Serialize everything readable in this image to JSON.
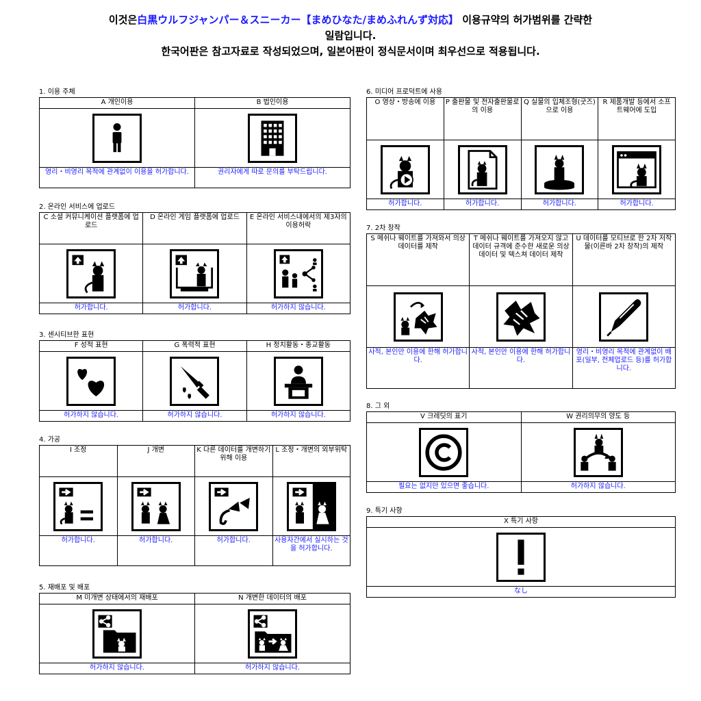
{
  "header": {
    "line1_prefix": "이것은",
    "line1_highlight": "白黒ウルフジャンパー＆スニーカー【まめひなた/まめふれんず対応】",
    "line1_suffix": "이용규약의 허가범위를 간략한",
    "line2": "일람입니다.",
    "line3": "한국어판은 참고자료로 작성되었으며, 일본어판이 정식문서이며 최우선으로 적용됩니다."
  },
  "colors": {
    "permission_text": "#1a1aff",
    "border": "#000000"
  },
  "sections": [
    {
      "title": "1. 이용 주체",
      "items": [
        {
          "label": "A 개인이용",
          "icon": "person-icon",
          "perm": "영리・비영리 목적에 관계없이 이용을 허가합니다."
        },
        {
          "label": "B 법인이용",
          "icon": "building-icon",
          "perm": "권리자에게 따로 문의를 부탁드립니다."
        }
      ]
    },
    {
      "title": "2. 온라인 서비스에 업로드",
      "items": [
        {
          "label": "C 소셜 커뮤니케이션 플랫폼에 업로드",
          "icon": "upload-avatar-icon",
          "perm": "허가합니다."
        },
        {
          "label": "D 온라인 게임 플랫폼에 업로드",
          "icon": "upload-game-icon",
          "perm": "허가합니다."
        },
        {
          "label": "E 온라인 서비스내에서의 제3자의 이용허락",
          "icon": "share-third-party-icon",
          "perm": "허가하지 않습니다."
        }
      ]
    },
    {
      "title": "3. 센시티브한 표현",
      "items": [
        {
          "label": "F 성적 표현",
          "icon": "hearts-icon",
          "perm": "허가하지 않습니다."
        },
        {
          "label": "G 폭력적 표현",
          "icon": "knife-icon",
          "perm": "허가하지 않습니다."
        },
        {
          "label": "H 정치활동・종교활동",
          "icon": "podium-icon",
          "perm": "허가하지 않습니다."
        }
      ]
    },
    {
      "title": "4. 가공",
      "items": [
        {
          "label": "I 조정",
          "icon": "adjust-icon",
          "perm": "허가합니다."
        },
        {
          "label": "J 개변",
          "icon": "modify-icon",
          "perm": "허가합니다."
        },
        {
          "label": "K 다른 데이터를 개변하기 위해 이용",
          "icon": "use-for-other-icon",
          "perm": "허가합니다."
        },
        {
          "label": "L 조정・개변의 외부위탁",
          "icon": "outsource-icon",
          "perm": "사용자간에서 실시하는 것을 허가합니다."
        }
      ]
    },
    {
      "title": "5. 재배포 및 배포",
      "items": [
        {
          "label": "M 미개변 상태에서의 재배포",
          "icon": "redistribute-icon",
          "perm": "허가하지 않습니다."
        },
        {
          "label": "N 개변한 데이터의 배포",
          "icon": "distribute-modified-icon",
          "perm": "허가하지 않습니다."
        }
      ]
    },
    {
      "title": "6. 미디어 프로덕트에 사용",
      "items": [
        {
          "label": "O 영상・방송에 이용",
          "icon": "video-icon",
          "perm": "허가합니다."
        },
        {
          "label": "P 출판물 및 전자출판물로의 이용",
          "icon": "publication-icon",
          "perm": "허가합니다."
        },
        {
          "label": "Q 실물의 입체조형(굿즈)으로 이용",
          "icon": "figure-icon",
          "perm": "허가합니다."
        },
        {
          "label": "R 제품개발 등에서 소프트웨어에 도입",
          "icon": "software-icon",
          "perm": "허가합니다."
        }
      ]
    },
    {
      "title": "7. 2차 창작",
      "items": [
        {
          "label": "S 메쉬나 웨이트를 가져와서 의상 데이터를 제작",
          "icon": "mesh-to-costume-icon",
          "perm": "사적, 본인만 이용에 한해 허가합니다."
        },
        {
          "label": "T 메쉬나 웨이트를 가져오지 않고 데이터 규격에 준수한 새로운 의상 데이터 및 텍스쳐 데이터 제작",
          "icon": "new-costume-icon",
          "perm": "사적, 본인만 이용에 한해 허가합니다."
        },
        {
          "label": "U 데이터를 모티브로 한 2차 저작물(이른바 2차 창작)의 제작",
          "icon": "pen-icon",
          "perm": "영리・비영리 목적에 관계없이 배포(일부, 전체업로드 등)를 허가합니다."
        }
      ]
    },
    {
      "title": "8. 그 외",
      "items": [
        {
          "label": "V 크레딧의 표기",
          "icon": "copyright-icon",
          "perm": "필요는 없지만 있으면 좋습니다."
        },
        {
          "label": "W 권리의무의 양도 등",
          "icon": "transfer-icon",
          "perm": "허가하지 않습니다."
        }
      ]
    },
    {
      "title": "9. 특기 사항",
      "items": [
        {
          "label": "X 특기 사항",
          "icon": "exclamation-icon",
          "perm": "なし"
        }
      ]
    }
  ]
}
